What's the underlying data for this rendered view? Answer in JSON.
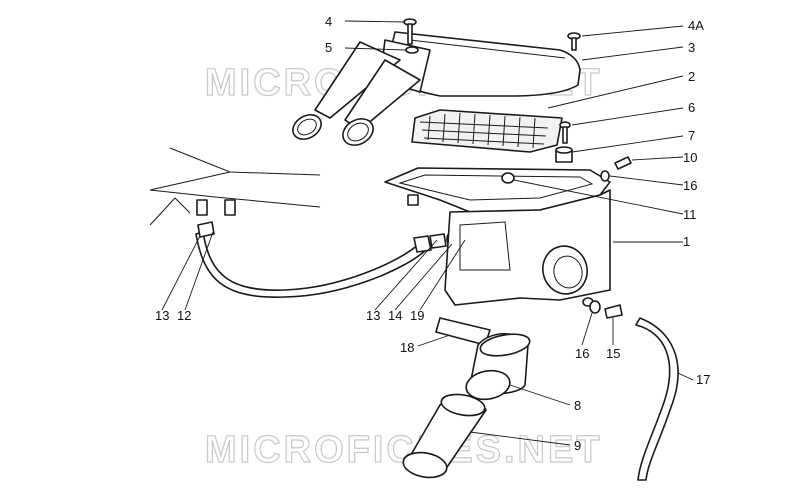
{
  "watermark": {
    "text": "MICROFICHES.NET"
  },
  "callouts": {
    "c4": "4",
    "c4a": "4A",
    "c5": "5",
    "c3": "3",
    "c2": "2",
    "c6": "6",
    "c7": "7",
    "c10": "10",
    "c16a": "16",
    "c11": "11",
    "c1": "1",
    "c13a": "13",
    "c12": "12",
    "c13b": "13",
    "c14": "14",
    "c19": "19",
    "c18": "18",
    "c16b": "16",
    "c15": "15",
    "c17": "17",
    "c8": "8",
    "c9": "9"
  }
}
